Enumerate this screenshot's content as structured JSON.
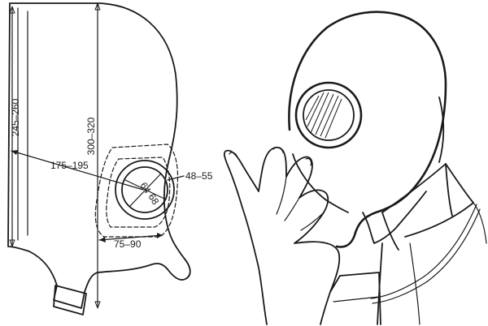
{
  "dimensions": {
    "side_height": "245–260",
    "total_height": "300–320",
    "eye_to_edge": "175–195",
    "eyepiece_outer": "48–55",
    "eyepiece_inner_a": "64",
    "eyepiece_inner_b": "68",
    "window_width": "75–90"
  },
  "colors": {
    "ink": "#1a1a1a",
    "paper": "#ffffff"
  }
}
